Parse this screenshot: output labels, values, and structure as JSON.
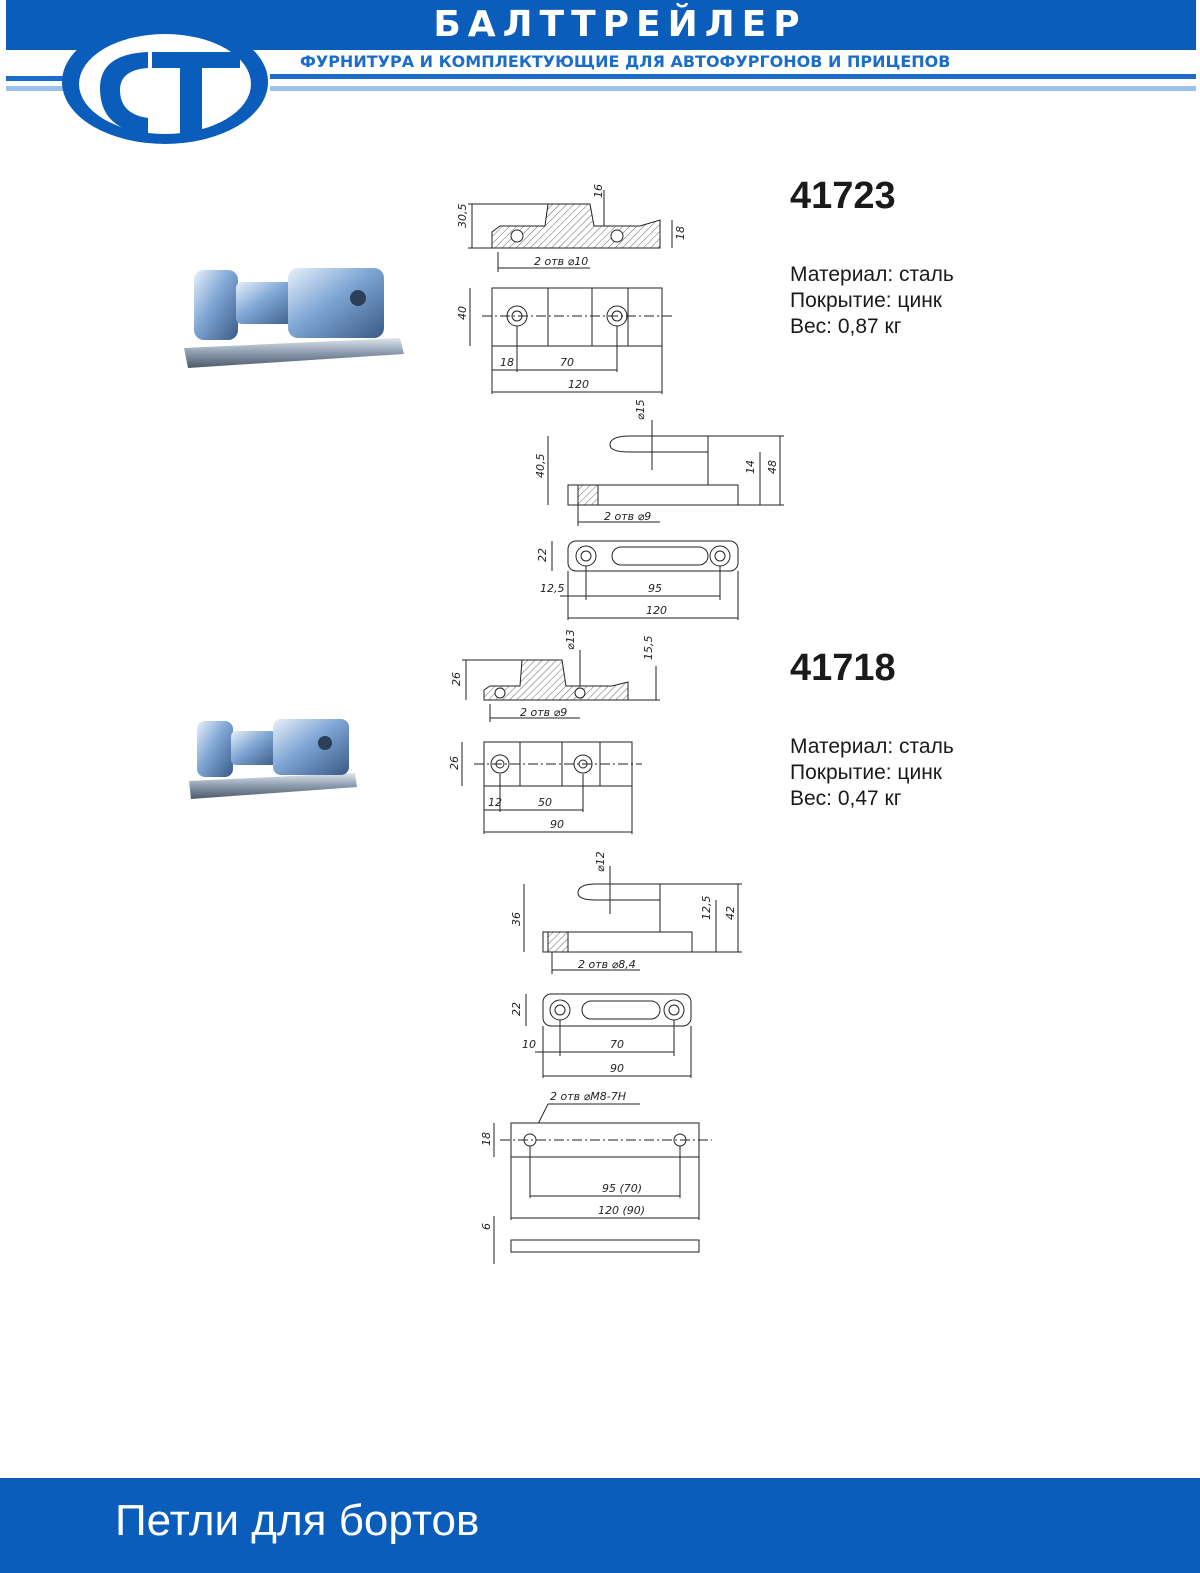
{
  "brand": {
    "name": "БАЛТТРЕЙЛЕР",
    "tagline": "ФУРНИТУРА И КОМПЛЕКТУЮЩИЕ ДЛЯ АВТОФУРГОНОВ И ПРИЦЕПОВ",
    "logo_icon": "bt-logo-icon",
    "primary_color": "#0b5dbb"
  },
  "products": [
    {
      "code": "41723",
      "material": "Материал: сталь",
      "coating": "Покрытие: цинк",
      "weight": "Вес: 0,87 кг",
      "dims": {
        "upper_side": [
          "30,5",
          "16",
          "18",
          "2 отв ⌀10"
        ],
        "upper_top": [
          "40",
          "18",
          "70",
          "120"
        ],
        "lower_side": [
          "⌀15",
          "40,5",
          "14",
          "48",
          "2 отв ⌀9"
        ],
        "lower_top": [
          "22",
          "12,5",
          "95",
          "120"
        ]
      }
    },
    {
      "code": "41718",
      "material": "Материал: сталь",
      "coating": "Покрытие: цинк",
      "weight": "Вес: 0,47 кг",
      "dims": {
        "upper_side": [
          "⌀13",
          "26",
          "15,5",
          "2 отв ⌀9"
        ],
        "upper_top": [
          "26",
          "12",
          "50",
          "90"
        ],
        "lower_side": [
          "⌀12",
          "36",
          "12,5",
          "42",
          "2 отв ⌀8,4"
        ],
        "lower_top": [
          "22",
          "10",
          "70",
          "90"
        ]
      }
    }
  ],
  "plate": {
    "dims": [
      "2 отв ⌀M8-7H",
      "18",
      "95 (70)",
      "120 (90)",
      "6"
    ]
  },
  "footer": {
    "title": "Петли для бортов"
  }
}
